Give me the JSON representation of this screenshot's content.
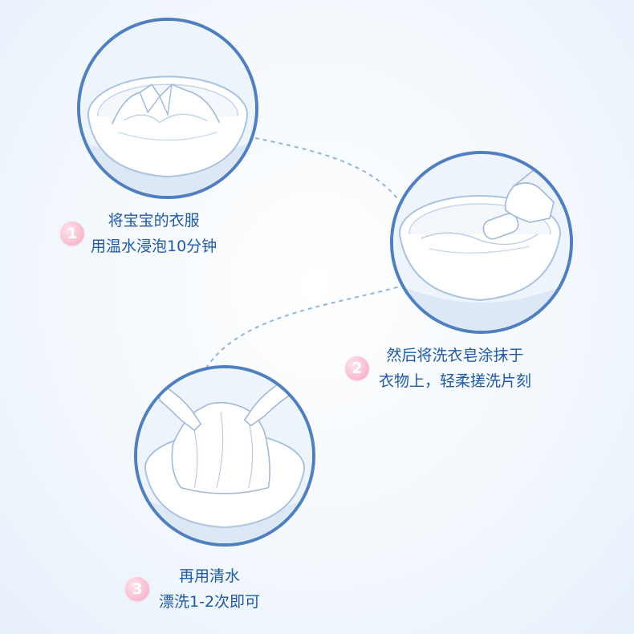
{
  "steps": [
    {
      "number": "1",
      "line1": "将宝宝的衣服",
      "line2": "用温水浸泡10分钟"
    },
    {
      "number": "2",
      "line1": "然后将洗衣皂涂抹于",
      "line2": "衣物上，轻柔搓洗片刻"
    },
    {
      "number": "3",
      "line1": "再用清水",
      "line2": "漂洗1-2次即可"
    }
  ],
  "colors": {
    "accent_blue": "#4f7fbf",
    "text_blue": "#1f5aa6",
    "badge_pink": "#f7b9cc",
    "connector": "#8fb6dc"
  }
}
